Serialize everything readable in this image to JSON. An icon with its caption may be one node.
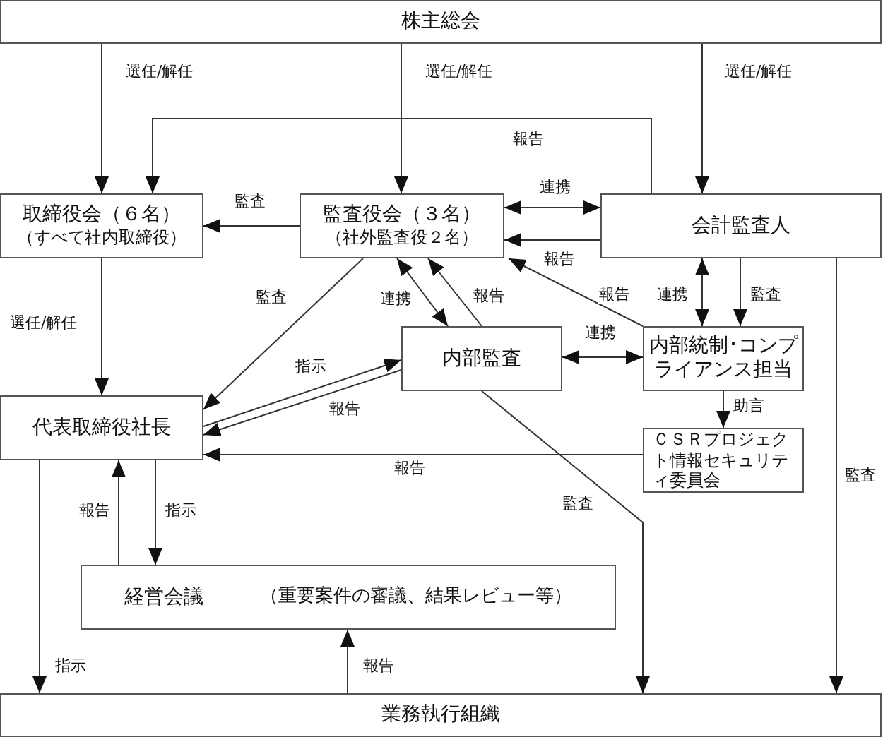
{
  "diagram": {
    "nodes": [
      {
        "text": [
          "株主総会"
        ]
      },
      {
        "text": [
          "取締役会（６名）",
          "（すべて社内取締役）"
        ]
      },
      {
        "text": [
          "監査役会（３名）",
          "（社外監査役２名）"
        ]
      },
      {
        "text": [
          "会計監査人"
        ]
      },
      {
        "text": [
          "内部監査"
        ]
      },
      {
        "text": [
          "内部統制･コンプライアンス担当"
        ]
      },
      {
        "text": [
          "ＣＳＲプロジェクト情報セキュリティ委員会"
        ]
      },
      {
        "text": [
          "代表取締役社長"
        ]
      },
      {
        "text": [
          "経営会議",
          "（重要案件の審議、結果レビュー等）"
        ]
      },
      {
        "text": [
          "業務執行組織"
        ]
      }
    ],
    "edges": [
      {
        "from": 0,
        "to": 1,
        "arrow": "to",
        "label": "選任/解任"
      },
      {
        "from": 0,
        "to": 2,
        "arrow": "to",
        "label": "選任/解任"
      },
      {
        "from": 0,
        "to": 3,
        "arrow": "to",
        "label": "選任/解任"
      },
      {
        "from": 3,
        "to": 1,
        "arrow": "to",
        "label": "報告"
      },
      {
        "from": 2,
        "to": 3,
        "arrow": "both",
        "label": "連携"
      },
      {
        "from": 3,
        "to": 2,
        "arrow": "to",
        "label": "報告"
      },
      {
        "from": 2,
        "to": 1,
        "arrow": "to",
        "label": "監査"
      },
      {
        "from": 1,
        "to": 7,
        "arrow": "to",
        "label": "選任/解任"
      },
      {
        "from": 2,
        "to": 7,
        "arrow": "to",
        "label": "監査"
      },
      {
        "from": 2,
        "to": 4,
        "arrow": "both",
        "label": "連携"
      },
      {
        "from": 4,
        "to": 2,
        "arrow": "to",
        "label": "報告"
      },
      {
        "from": 5,
        "to": 2,
        "arrow": "to",
        "label": "報告"
      },
      {
        "from": 3,
        "to": 5,
        "arrow": "both",
        "label": "連携"
      },
      {
        "from": 3,
        "to": 5,
        "arrow": "to",
        "label": "監査"
      },
      {
        "from": 4,
        "to": 5,
        "arrow": "both",
        "label": "連携"
      },
      {
        "from": 7,
        "to": 4,
        "arrow": "to",
        "label": "指示"
      },
      {
        "from": 4,
        "to": 7,
        "arrow": "to",
        "label": "報告"
      },
      {
        "from": 5,
        "to": 6,
        "arrow": "to",
        "label": "助言"
      },
      {
        "from": 6,
        "to": 7,
        "arrow": "to",
        "label": "報告"
      },
      {
        "from": 4,
        "to": 9,
        "arrow": "to",
        "label": "監査"
      },
      {
        "from": 3,
        "to": 9,
        "arrow": "to",
        "label": "監査"
      },
      {
        "from": 7,
        "to": 9,
        "arrow": "to",
        "label": "指示"
      },
      {
        "from": 8,
        "to": 7,
        "arrow": "to",
        "label": "報告"
      },
      {
        "from": 7,
        "to": 8,
        "arrow": "to",
        "label": "指示"
      },
      {
        "from": 9,
        "to": 8,
        "arrow": "to",
        "label": "報告"
      }
    ]
  }
}
